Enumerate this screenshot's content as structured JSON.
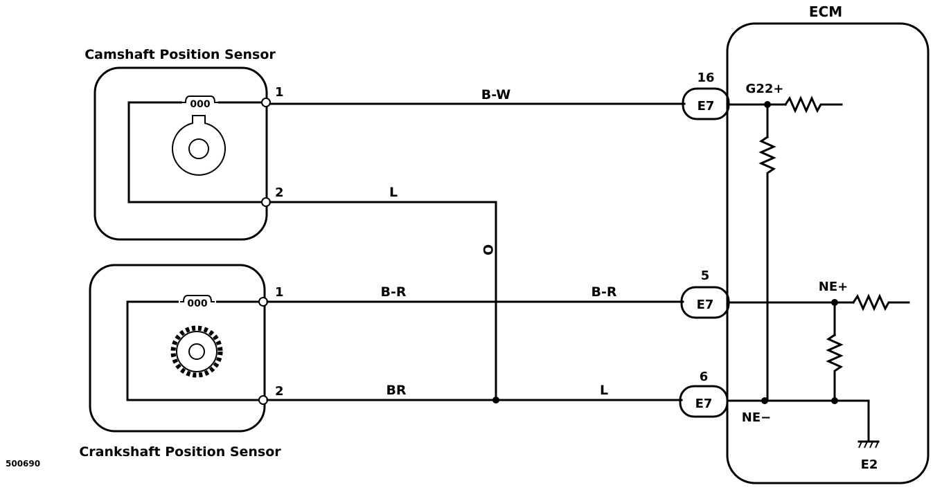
{
  "ecm": {
    "title": "ECM"
  },
  "camshaft_sensor": {
    "title": "Camshaft Position Sensor",
    "pin1": "1",
    "pin2": "2"
  },
  "crankshaft_sensor": {
    "title": "Crankshaft Position Sensor",
    "pin1": "1",
    "pin2": "2"
  },
  "wires": {
    "cam_signal": "B-W",
    "cam_ground": "L",
    "crank_signal_left": "B-R",
    "crank_signal_right": "B-R",
    "crank_ground_left": "BR",
    "crank_ground_right": "L",
    "shield_symbol": "O"
  },
  "connectors": [
    {
      "pin": "16",
      "name": "E7"
    },
    {
      "pin": "5",
      "name": "E7"
    },
    {
      "pin": "6",
      "name": "E7"
    }
  ],
  "terminals": {
    "g22_plus": "G22+",
    "ne_plus": "NE+",
    "ne_minus": "NE−",
    "e2": "E2"
  },
  "figure_code": "500690"
}
